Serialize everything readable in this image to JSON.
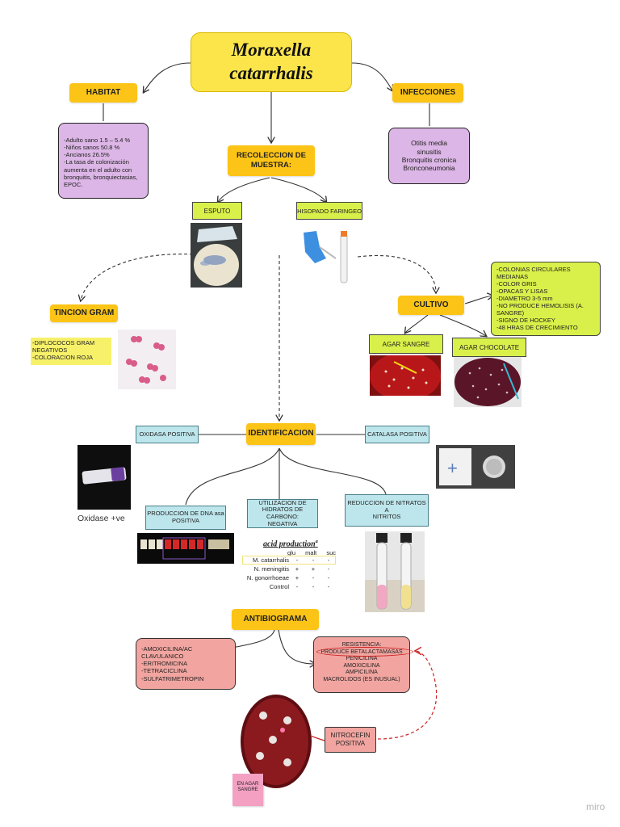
{
  "title": "Moraxella\ncatarrhalis",
  "habitat": {
    "label": "HABITAT",
    "text": "-Adulto sano 1.5 – 5.4 %\n-Niños sanos 50.8 %\n-Ancianos 26.5%\n-La tasa de colonización aumenta en el adulto con bronquitis, bronquiectasias, EPOC."
  },
  "infecciones": {
    "label": "INFECCIONES",
    "text": "Otitis media\nsinusitis\nBronquitis cronica\nBronconeumonia"
  },
  "recoleccion": {
    "label": "RECOLECCION DE\nMUESTRA:",
    "esputo": "ESPUTO",
    "hisopado": "HISOPADO FARINGEO"
  },
  "tincion": {
    "label": "TINCION GRAM",
    "text": "-DIPLOCOCOS GRAM NEGATIVOS\n-COLORACION ROJA"
  },
  "cultivo": {
    "label": "CULTIVO",
    "features": "-COLONIAS CIRCULARES MEDIANAS\n-COLOR GRIS\n-OPACAS Y LISAS\n-DIAMETRO 3-5 mm\n-NO PRODUCE HEMOLISIS (A. SANGRE)\n-SIGNO DE HOCKEY\n-48 HRAS DE CRECIMIENTO",
    "agar_sangre": "AGAR SANGRE",
    "agar_chocolate": "AGAR CHOCOLATE"
  },
  "identificacion": {
    "label": "IDENTIFICACION",
    "oxidasa": "OXIDASA POSITIVA",
    "catalasa": "CATALASA POSITIVA",
    "oxidase_caption": "Oxidase +ve",
    "dnasa": "PRODUCCION DE DNA asa\nPOSITIVA",
    "carbohidratos": "UTILIZACION DE\nHIDRATOS DE CARBONO:\nNEGATIVA",
    "nitratos": "REDUCCION DE NITRATOS A\nNITRITOS",
    "plus_sign": "+"
  },
  "acid_table": {
    "title": "acid production",
    "title_mark": "a",
    "columns": [
      "glu",
      "malt",
      "suc"
    ],
    "rows": [
      {
        "name": "M. catarrhalis",
        "values": [
          "-",
          "-",
          "-"
        ]
      },
      {
        "name": "N. meningitis",
        "values": [
          "+",
          "+",
          "-"
        ]
      },
      {
        "name": "N. gonorrhoeae",
        "values": [
          "+",
          "-",
          "-"
        ]
      },
      {
        "name": "Control",
        "values": [
          "-",
          "-",
          "-"
        ]
      }
    ]
  },
  "antibiograma": {
    "label": "ANTIBIOGRAMA",
    "sensibles": "-AMOXICILINA/AC CLAVULANICO\n-ERITROMICINA\n-TETRACICLINA\n-SULFATRIMETROPIN",
    "resistencia": "RESISTENCIA:\nPRODUCE BETALACTAMASAS\nPENICILINA\nAMOXICILINA\nAMPICILINA\nMACROLIDOS (ES INUSUAL)",
    "nitrocefin": "NITROCEFIN\nPOSITIVA",
    "note": "EN AGAR\nSANGRE"
  },
  "watermark": "miro"
}
